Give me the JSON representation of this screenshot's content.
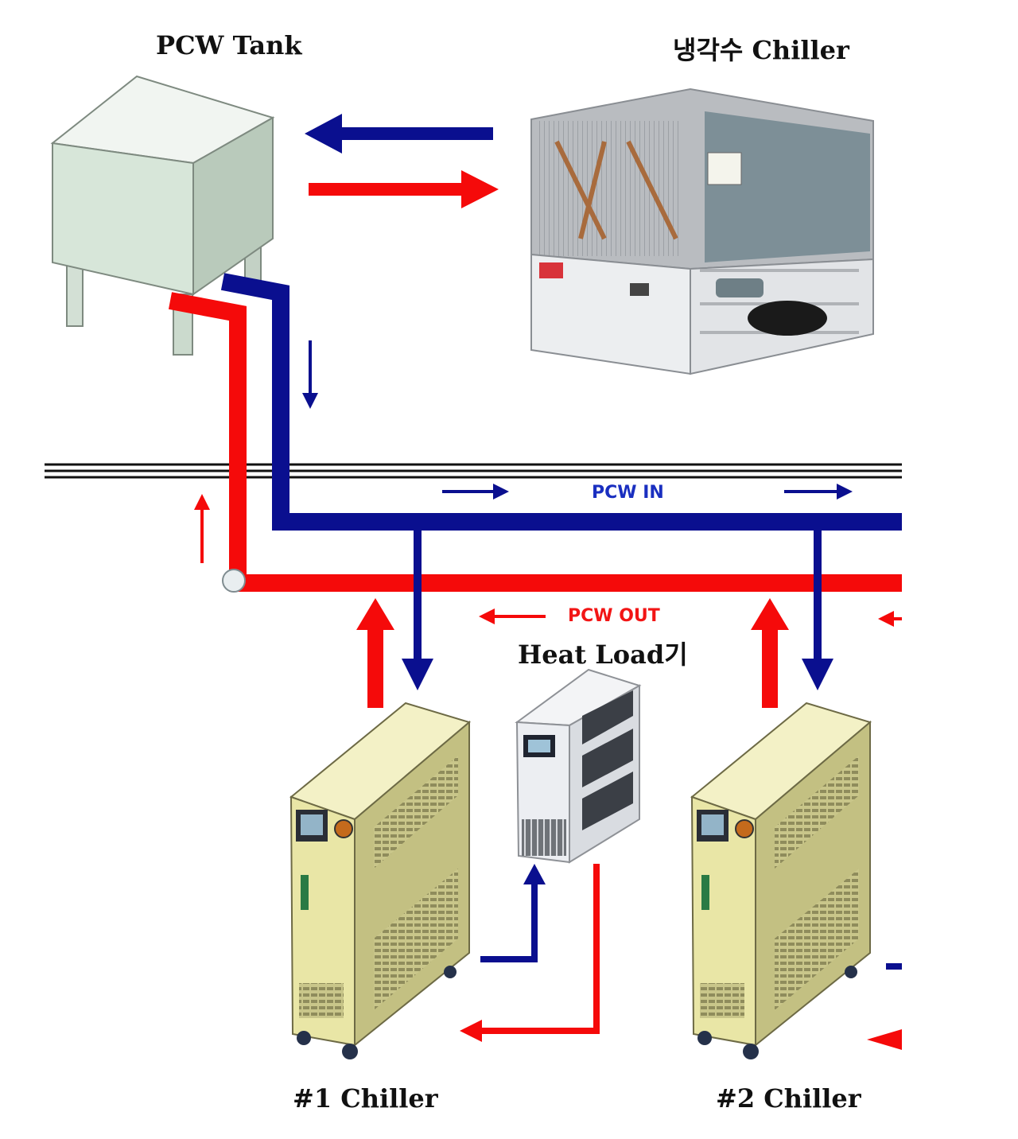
{
  "labels": {
    "pcw_tank": "PCW Tank",
    "cooling_chiller": "냉각수 Chiller",
    "heat_load": "Heat Load기",
    "chiller_1": "#1 Chiller",
    "chiller_2": "#2 Chiller",
    "pcw_in": "PCW IN",
    "pcw_out": "PCW OUT"
  },
  "colors": {
    "supply_blue": "#0a0f8f",
    "return_red": "#f50a0a",
    "tank_green": "#d7e6d9",
    "chiller_yellow": "#e9e6a6",
    "heat_load_grey": "#eceef2",
    "label_blue": "#1a2fc0",
    "label_red": "#f21515"
  }
}
